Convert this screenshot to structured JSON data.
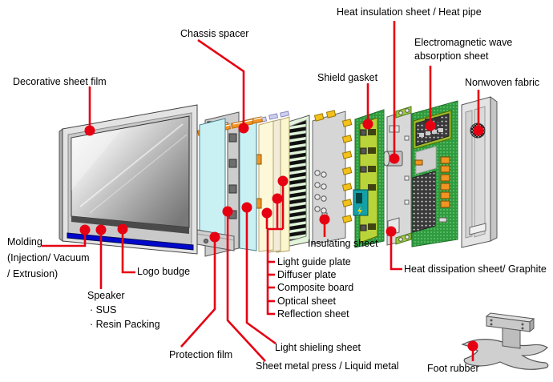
{
  "labels": {
    "decorative_sheet_film": "Decorative sheet film",
    "chassis_spacer": "Chassis spacer",
    "heat_insulation": "Heat insulation sheet / Heat pipe",
    "emw_line1": "Electromagnetic wave",
    "emw_line2": "absorption sheet",
    "shield_gasket": "Shield gasket",
    "nonwoven_fabric": "Nonwoven fabric",
    "molding_line1": "Molding",
    "molding_line2": "(Injection/ Vacuum",
    "molding_line3": "/ Extrusion)",
    "logo_budge": "Logo budge",
    "speaker": "Speaker",
    "speaker_item1": "· SUS",
    "speaker_item2": "· Resin Packing",
    "protection_film": "Protection film",
    "sheet_metal_press": "Sheet metal press / Liquid metal",
    "light_shielding_sheet": "Light shieling sheet",
    "light_guide_plate": "Light guide plate",
    "diffuser_plate": "Diffuser plate",
    "composite_board": "Composite board",
    "optical_sheet": "Optical sheet",
    "reflection_sheet": "Reflection sheet",
    "insulating_sheet": "Insulating sheet",
    "heat_dissipation": "Heat dissipation sheet/ Graphite",
    "foot_rubber": "Foot rubber"
  },
  "colors": {
    "leader_red": "#e60012",
    "molding_blue": "#0008cc",
    "pcb_green": "#2f9b3f",
    "module_lime": "#b8d43a",
    "panel_cyan": "#c9f1f4",
    "panel_cream": "#fcf8d8",
    "clip_orange": "#f29422",
    "tab_yellow": "#f3c01c",
    "backlight_green": "#dff3d8",
    "component_teal": "#14a0a8",
    "cabinet_gray": "#e3e3e3"
  }
}
